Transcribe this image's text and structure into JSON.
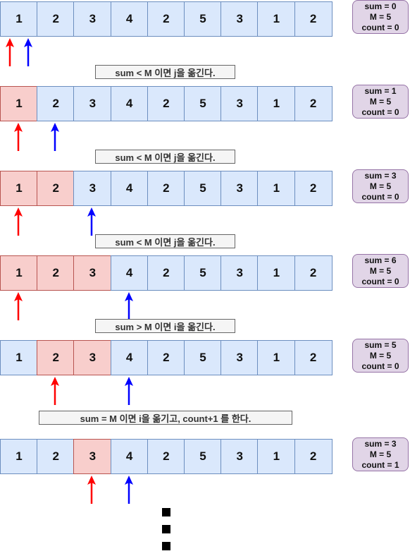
{
  "colors": {
    "cell_fill": "#dae8fc",
    "cell_border": "#6c8ebf",
    "selected_fill": "#f8cecc",
    "selected_border": "#b85450",
    "state_fill": "#e1d5e7",
    "state_border": "#9673a6",
    "pointer_i": "#ff0000",
    "pointer_j": "#0000ff"
  },
  "steps": [
    {
      "values": [
        "1",
        "2",
        "3",
        "4",
        "2",
        "5",
        "3",
        "1",
        "2"
      ],
      "selected": [],
      "pointer_i": 0,
      "pointer_j": 0,
      "state": {
        "sum": "sum = 0",
        "m": "M = 5",
        "count": "count = 0"
      },
      "note": "sum < M 이면 j을 옮긴다."
    },
    {
      "values": [
        "1",
        "2",
        "3",
        "4",
        "2",
        "5",
        "3",
        "1",
        "2"
      ],
      "selected": [
        0
      ],
      "pointer_i": 0,
      "pointer_j": 1,
      "state": {
        "sum": "sum = 1",
        "m": "M = 5",
        "count": "count = 0"
      },
      "note": "sum < M 이면 j을 옮긴다."
    },
    {
      "values": [
        "1",
        "2",
        "3",
        "4",
        "2",
        "5",
        "3",
        "1",
        "2"
      ],
      "selected": [
        0,
        1
      ],
      "pointer_i": 0,
      "pointer_j": 2,
      "state": {
        "sum": "sum = 3",
        "m": "M = 5",
        "count": "count = 0"
      },
      "note": "sum < M 이면 j을 옮긴다."
    },
    {
      "values": [
        "1",
        "2",
        "3",
        "4",
        "2",
        "5",
        "3",
        "1",
        "2"
      ],
      "selected": [
        0,
        1,
        2
      ],
      "pointer_i": 0,
      "pointer_j": 3,
      "state": {
        "sum": "sum = 6",
        "m": "M = 5",
        "count": "count = 0"
      },
      "note": "sum > M 이면 i을 옮긴다."
    },
    {
      "values": [
        "1",
        "2",
        "3",
        "4",
        "2",
        "5",
        "3",
        "1",
        "2"
      ],
      "selected": [
        1,
        2
      ],
      "pointer_i": 1,
      "pointer_j": 3,
      "state": {
        "sum": "sum = 5",
        "m": "M = 5",
        "count": "count = 0"
      },
      "note": "sum = M 이면 i을 옮기고, count+1 를 한다."
    },
    {
      "values": [
        "1",
        "2",
        "3",
        "4",
        "2",
        "5",
        "3",
        "1",
        "2"
      ],
      "selected": [
        2
      ],
      "pointer_i": 2,
      "pointer_j": 3,
      "state": {
        "sum": "sum = 3",
        "m": "M = 5",
        "count": "count = 1"
      },
      "note": ""
    }
  ]
}
